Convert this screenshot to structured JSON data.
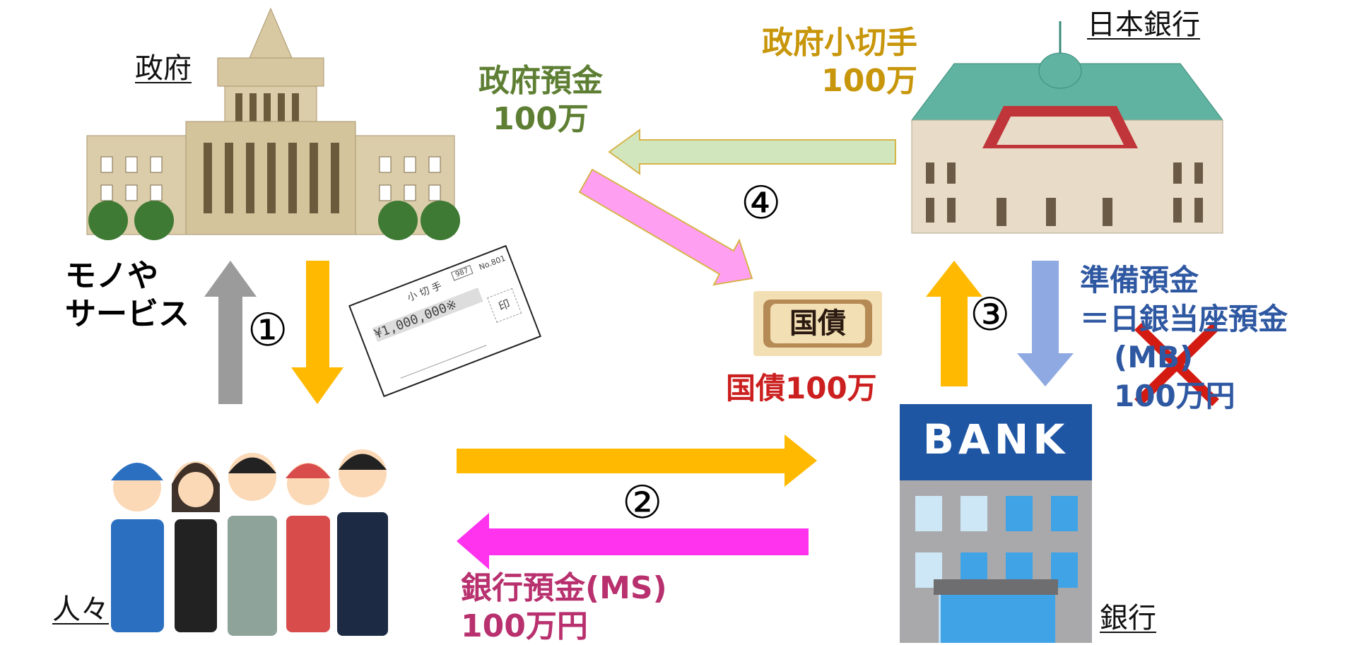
{
  "labels": {
    "government": "政府",
    "boj": "日本銀行",
    "people": "人々",
    "bank": "銀行",
    "bank_sign": "BANK",
    "goods_services_line1": "モノや",
    "goods_services_line2": "サービス"
  },
  "flows": {
    "gov_check_line1": "政府小切手",
    "gov_check_line2": "100万",
    "gov_deposit_line1": "政府預金",
    "gov_deposit_line2": "100万",
    "bond_label": "国債100万",
    "bond_card": "国債",
    "reserve_line1": "準備預金",
    "reserve_line2": "＝日銀当座預金",
    "reserve_line3": "(MB)",
    "reserve_line4": "100万円",
    "bank_deposit_line1": "銀行預金(MS)",
    "bank_deposit_line2": "100万円"
  },
  "steps": [
    "①",
    "②",
    "③",
    "④"
  ],
  "check": {
    "title": "小 切 手",
    "amount": "¥1,000,000※",
    "stamp": "印",
    "number": "987",
    "code": "No.801"
  },
  "colors": {
    "gold_text": "#c8960a",
    "green_text": "#5e7f33",
    "red_text": "#cc1f1f",
    "blue_text": "#2f58a2",
    "magenta_text": "#b8306e",
    "orange_arrow": "#ffb900",
    "gray_arrow": "#9b9b9b",
    "pink_arrow": "#ff9ff2",
    "magenta_arrow": "#ff33ee",
    "blue_arrow": "#8faae2",
    "green_arrow": "#d2e6bd"
  }
}
